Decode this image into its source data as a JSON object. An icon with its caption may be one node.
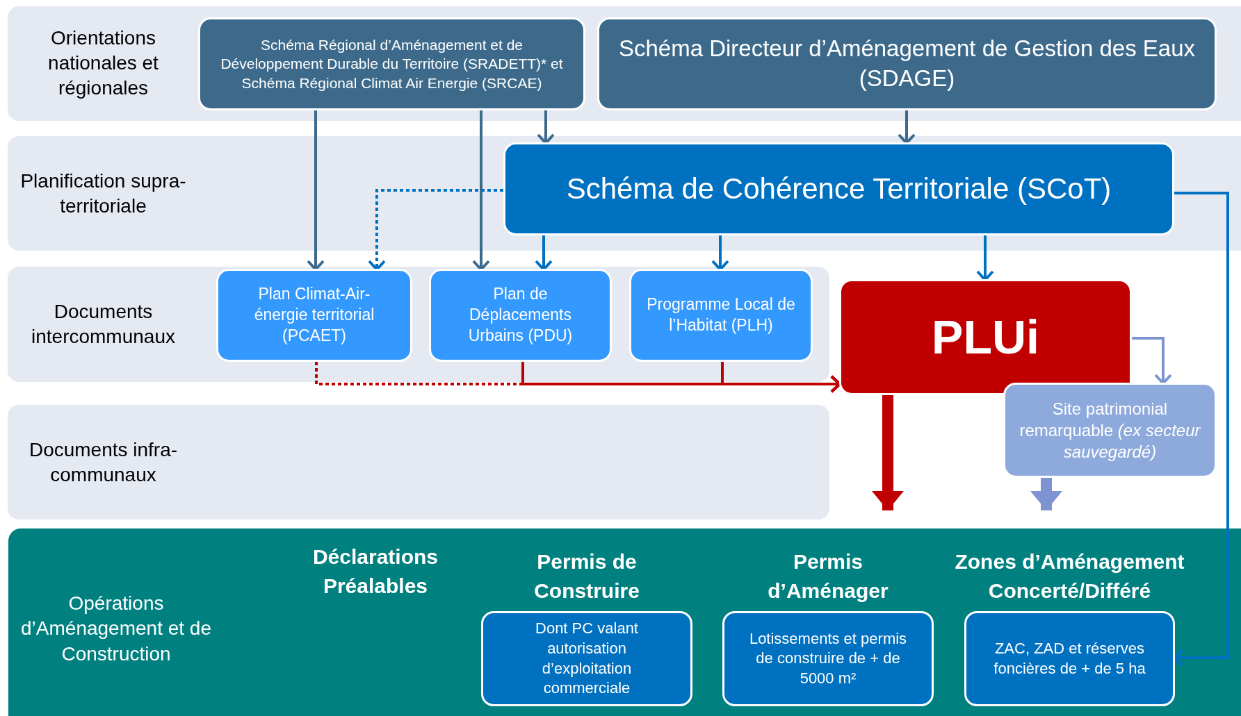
{
  "diagram": {
    "nodes": [
      {
        "text": [
          "Orientations nationales et régionales"
        ]
      },
      {
        "text": [
          "Schéma Régional d’Aménagement et de Développement Durable du Territoire (SRADETT)* et Schéma Régional Climat Air Energie (SRCAE)"
        ],
        "in": 0
      },
      {
        "text": [
          "Schéma Directeur d’Aménagement de Gestion des Eaux (SDAGE)"
        ],
        "in": 0
      },
      {
        "text": [
          "Planification supra-territoriale"
        ]
      },
      {
        "text": [
          "Schéma de Cohérence Territoriale (SCoT)"
        ],
        "in": 3
      },
      {
        "text": [
          "Documents intercommunaux"
        ]
      },
      {
        "text": [
          "Plan Climat-Air-énergie territorial (PCAET)"
        ],
        "in": 5
      },
      {
        "text": [
          "Plan de Déplacements Urbains (PDU)"
        ],
        "in": 5
      },
      {
        "text": [
          "Programme Local de l’Habitat (PLH)"
        ],
        "in": 5
      },
      {
        "text": [
          "PLUi"
        ]
      },
      {
        "text": [
          "Site patrimonial remarquable *(ex secteur sauvegardé)*"
        ]
      },
      {
        "text": [
          "Documents infra-communaux"
        ]
      },
      {
        "text": [
          "Opérations d’Aménagement et de Construction"
        ]
      },
      {
        "text": [
          "Permis de Construire",
          "Dont PC valant autorisation d’exploitation commerciale"
        ],
        "in": 12
      },
      {
        "text": [
          "Permis d’Aménager",
          "Lotissements et permis de construire de + de 5000 m²"
        ],
        "in": 12
      },
      {
        "text": [
          "Zones d’Aménagement Concerté/Différé",
          "ZAC, ZAD et réserves foncières de + de 5 ha"
        ],
        "in": 12
      }
    ],
    "edges": [
      {
        "from": 1,
        "to": 6,
        "arrow": "to",
        "color": "#3d6a8b"
      },
      {
        "from": 1,
        "to": 7,
        "arrow": "to",
        "color": "#3d6a8b"
      },
      {
        "from": 1,
        "to": 4,
        "arrow": "to",
        "color": "#3d6a8b"
      },
      {
        "from": 2,
        "to": 4,
        "arrow": "to",
        "color": "#3d6a8b"
      },
      {
        "from": 4,
        "to": 6,
        "arrow": "to",
        "style": "dashed"
      },
      {
        "from": 4,
        "to": 7,
        "arrow": "to"
      },
      {
        "from": 4,
        "to": 8,
        "arrow": "to"
      },
      {
        "from": 4,
        "to": 9,
        "arrow": "to"
      },
      {
        "from": 4,
        "to": 15,
        "arrow": "to"
      },
      {
        "from": 6,
        "to": 9,
        "arrow": "to",
        "style": "dashed",
        "color": "#c00000"
      },
      {
        "from": 7,
        "to": 9,
        "arrow": "to",
        "color": "#c00000"
      },
      {
        "from": 8,
        "to": 9,
        "arrow": "to",
        "color": "#c00000"
      },
      {
        "from": 9,
        "to": 10,
        "arrow": "to",
        "color": "#7d94d0"
      },
      {
        "from": 9,
        "to": 12,
        "arrow": "to",
        "style": "thick",
        "color": "#c00000"
      },
      {
        "from": 10,
        "to": 12,
        "arrow": "to",
        "style": "thick",
        "color": "#7d94d0"
      }
    ],
    "labels": [
      "Déclarations Préalables"
    ]
  }
}
